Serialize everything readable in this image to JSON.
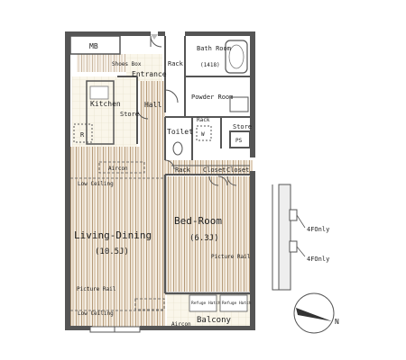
{
  "rooms": {
    "mb": "MB",
    "entrance": "Entrance",
    "shoe_box": "Shoes Box",
    "rack_entrance": "Rack",
    "bath_room": "Bath Room",
    "bath_size": "(1418)",
    "kitchen": "Kitchen",
    "hall": "Hall",
    "store": "Store",
    "powder_room": "Powder Room",
    "store_right": "Store",
    "toilet": "Toilet",
    "rack_small": "Rack",
    "r_mark": "R",
    "ps_mark": "PS",
    "w_mark": "W",
    "aircon_top": "Aircon",
    "low_ceiling_top": "Low Ceiling",
    "rack_bottom": "Rack",
    "closet1": "Closet",
    "closet2": "Closet",
    "living_dining": "Living-Dining",
    "living_size": "(10.5J)",
    "bedroom": "Bed-Room",
    "bedroom_size": "(6.3J)",
    "picture_rail_living": "Picture Rail",
    "picture_rail_bed": "Picture Rail",
    "low_ceiling_bottom": "Low Ceiling",
    "refuge_hatch1": "Refuge Hatch",
    "refuge_hatch2": "Refuge Hatch",
    "balcony": "Balcony",
    "aircon_bottom": "Aircon"
  },
  "side_notes": [
    "4FOnly",
    "4FOnly"
  ],
  "compass": {
    "label": "N"
  },
  "colors": {
    "wall": "#555555",
    "floor_stripe": "#b59a78",
    "floor_base": "#f4ede2",
    "tile": "#f7f2e0",
    "dashed": "#555555"
  }
}
